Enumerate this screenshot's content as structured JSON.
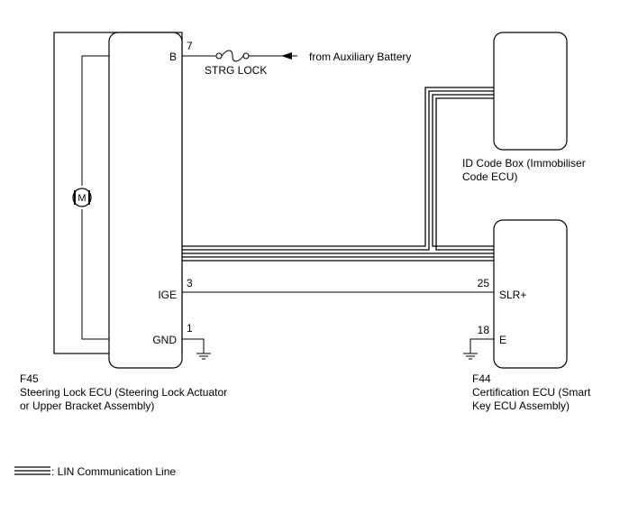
{
  "components": {
    "steering_lock_ecu": {
      "code": "F45",
      "line1": "Steering Lock ECU (Steering Lock Actuator",
      "line2": "or Upper Bracket Assembly)",
      "pins": {
        "b": {
          "number": "7",
          "label": "B"
        },
        "ige": {
          "number": "3",
          "label": "IGE"
        },
        "gnd": {
          "number": "1",
          "label": "GND"
        }
      },
      "motor_label": "M"
    },
    "certification_ecu": {
      "code": "F44",
      "line1": "Certification ECU (Smart",
      "line2": "Key ECU Assembly)",
      "pins": {
        "slr": {
          "number": "25",
          "label": "SLR+"
        },
        "e": {
          "number": "18",
          "label": "E"
        }
      }
    },
    "id_code_box": {
      "line1": "ID Code Box (Immobiliser",
      "line2": "Code ECU)"
    }
  },
  "fuse": {
    "label": "STRG LOCK"
  },
  "power_source": {
    "label": "from Auxiliary Battery"
  },
  "legend": {
    "label": ": LIN Communication Line"
  }
}
